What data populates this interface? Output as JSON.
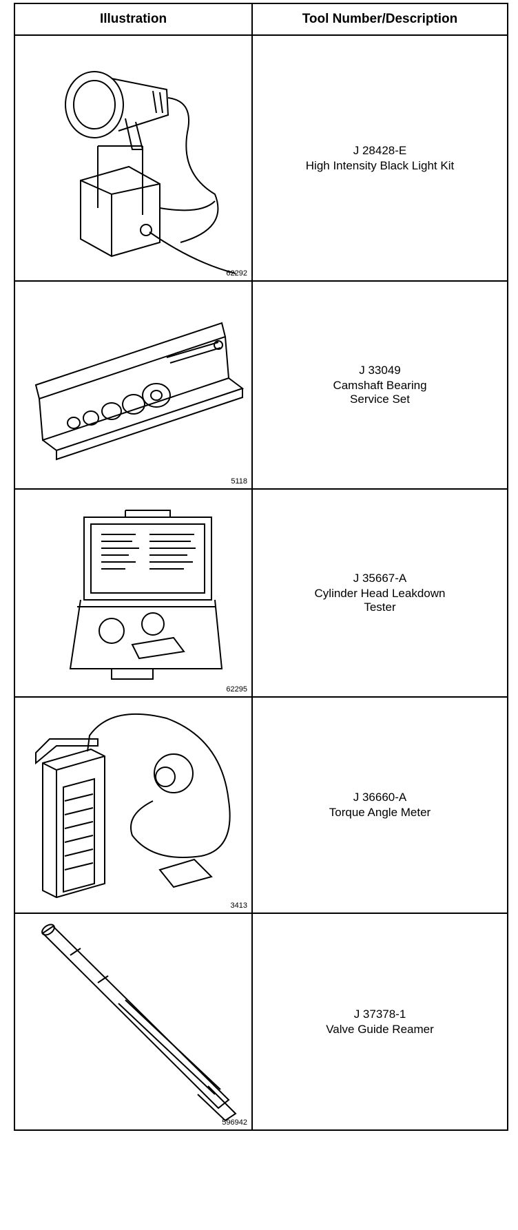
{
  "headers": {
    "illustration": "Illustration",
    "tool": "Tool Number/Description"
  },
  "rows": [
    {
      "icon": "black-light-icon",
      "figure": "62292",
      "number": "J 28428-E",
      "desc1": "High Intensity Black Light Kit",
      "desc2": ""
    },
    {
      "icon": "bearing-set-case-icon",
      "figure": "5118",
      "number": "J 33049",
      "desc1": "Camshaft Bearing",
      "desc2": "Service Set"
    },
    {
      "icon": "leakdown-tester-case-icon",
      "figure": "62295",
      "number": "J 35667-A",
      "desc1": "Cylinder Head Leakdown",
      "desc2": "Tester"
    },
    {
      "icon": "torque-angle-meter-icon",
      "figure": "3413",
      "number": "J 36660-A",
      "desc1": "Torque Angle Meter",
      "desc2": ""
    },
    {
      "icon": "reamer-icon",
      "figure": "596942",
      "number": "J 37378-1",
      "desc1": "Valve Guide Reamer",
      "desc2": ""
    }
  ]
}
